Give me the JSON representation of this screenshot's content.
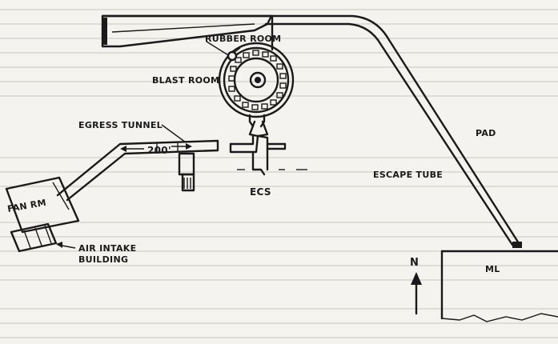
{
  "labels": {
    "rubber_room": "RUBBER ROOM",
    "blast_room": "BLAST ROOM",
    "egress_tunnel": "EGRESS TUNNEL",
    "distance": "200'",
    "pad": "PAD",
    "escape_tube": "ESCAPE TUBE",
    "ecs": "ECS",
    "fan_rm": "FAN RM",
    "air_intake_line1": "AIR INTAKE",
    "air_intake_line2": "BUILDING",
    "north": "N",
    "ml": "ML"
  },
  "colors": {
    "ink": "#1a1a1a",
    "paper": "#f4f3ef"
  }
}
